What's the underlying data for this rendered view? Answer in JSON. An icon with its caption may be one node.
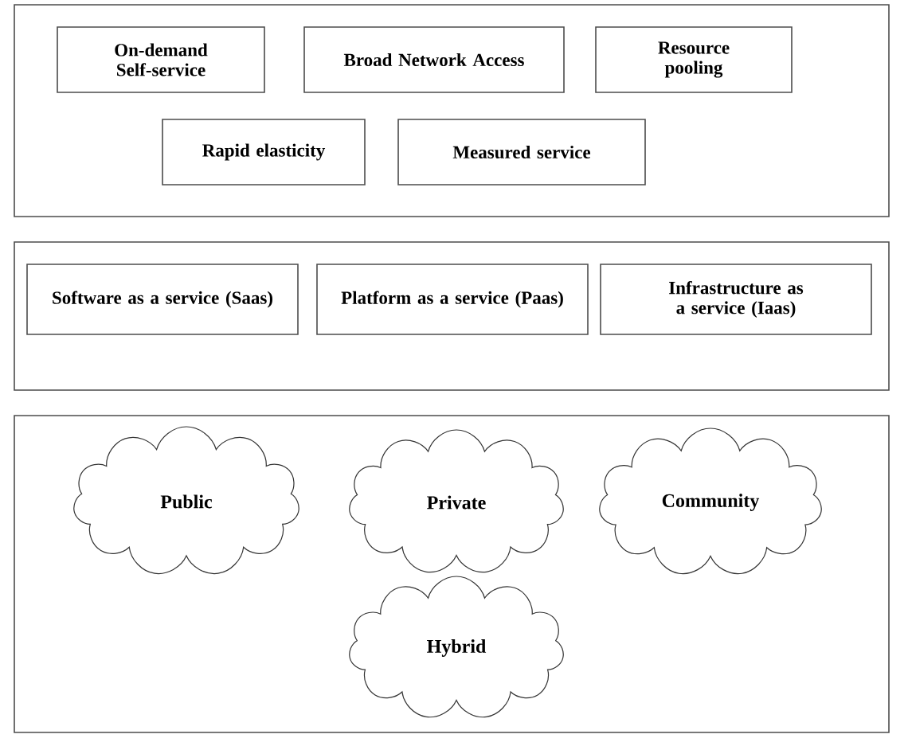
{
  "diagram": {
    "nodes": [
      {
        "text": [],
        "shape": "box"
      },
      {
        "text": [
          "On-demand Self-service"
        ],
        "in": 0
      },
      {
        "text": [
          "Broad Network Access"
        ],
        "in": 0
      },
      {
        "text": [
          "Resource pooling"
        ],
        "in": 0
      },
      {
        "text": [
          "Rapid elasticity"
        ],
        "in": 0
      },
      {
        "text": [
          "Measured service"
        ],
        "in": 0
      },
      {
        "text": [],
        "shape": "box"
      },
      {
        "text": [
          "Software as a service (Saas)"
        ],
        "in": 6
      },
      {
        "text": [
          "Platform as a service (Paas)"
        ],
        "in": 6
      },
      {
        "text": [
          "Infrastructure as a service (Iaas)"
        ],
        "in": 6
      },
      {
        "text": [],
        "shape": "box"
      },
      {
        "text": [
          "Public"
        ],
        "in": 10
      },
      {
        "text": [
          "Private"
        ],
        "in": 10
      },
      {
        "text": [
          "Community"
        ],
        "in": 10
      },
      {
        "text": [
          "Hybrid"
        ],
        "in": 10
      }
    ]
  }
}
